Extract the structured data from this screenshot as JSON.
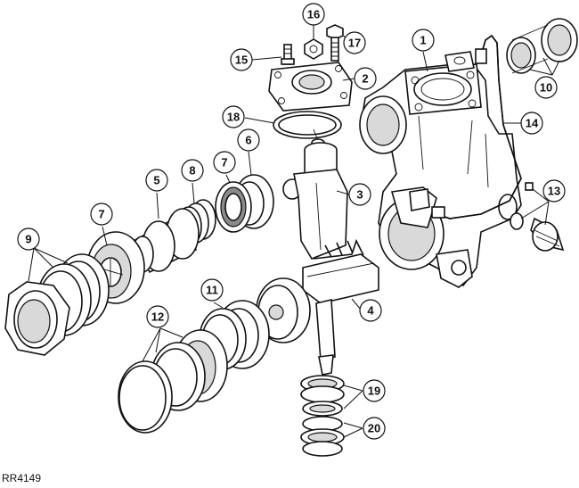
{
  "callouts": [
    "1",
    "2",
    "3",
    "4",
    "5",
    "6",
    "7",
    "8",
    "9",
    "10",
    "11",
    "12",
    "13",
    "14",
    "15",
    "16",
    "17",
    "18",
    "19",
    "20"
  ],
  "reference_code": "RR4149"
}
